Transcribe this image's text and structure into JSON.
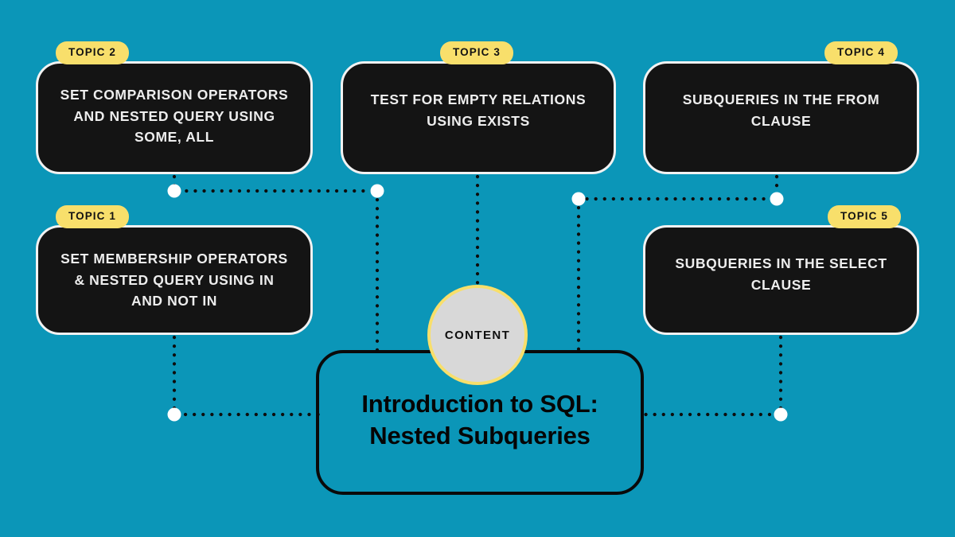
{
  "theme": {
    "background": "#0b96b8",
    "card_fill": "#141414",
    "card_border": "#f2f2f2",
    "badge_fill": "#f8df6b",
    "badge_text": "#121212",
    "card_text": "#ededed",
    "circle_fill": "#d8d8d8",
    "circle_border": "#f8df6b",
    "line_color": "#0d0d0d",
    "node_dot": "#ffffff",
    "title_text": "#050505"
  },
  "center": {
    "circle_label": "CONTENT",
    "title": "Introduction to SQL:\nNested Subqueries",
    "title_line1": "Introduction to SQL:",
    "title_line2": "Nested Subqueries"
  },
  "topics": [
    {
      "id": "topic-1",
      "badge": "TOPIC 1",
      "title": "SET MEMBERSHIP OPERATORS & NESTED QUERY USING IN AND NOT IN",
      "position": "bottom-left"
    },
    {
      "id": "topic-2",
      "badge": "TOPIC 2",
      "title": "SET COMPARISON OPERATORS AND NESTED QUERY USING SOME, ALL",
      "position": "top-left"
    },
    {
      "id": "topic-3",
      "badge": "TOPIC 3",
      "title": "TEST FOR EMPTY RELATIONS USING EXISTS",
      "position": "top-center"
    },
    {
      "id": "topic-4",
      "badge": "TOPIC 4",
      "title": "SUBQUERIES IN THE FROM CLAUSE",
      "position": "top-right"
    },
    {
      "id": "topic-5",
      "badge": "TOPIC 5",
      "title": "SUBQUERIES IN THE SELECT CLAUSE",
      "position": "bottom-right"
    }
  ],
  "connectors": {
    "style": "dotted",
    "junction_nodes": 6,
    "description": "Dotted elbow connectors link each topic card to the central title box via white circular junction nodes."
  }
}
